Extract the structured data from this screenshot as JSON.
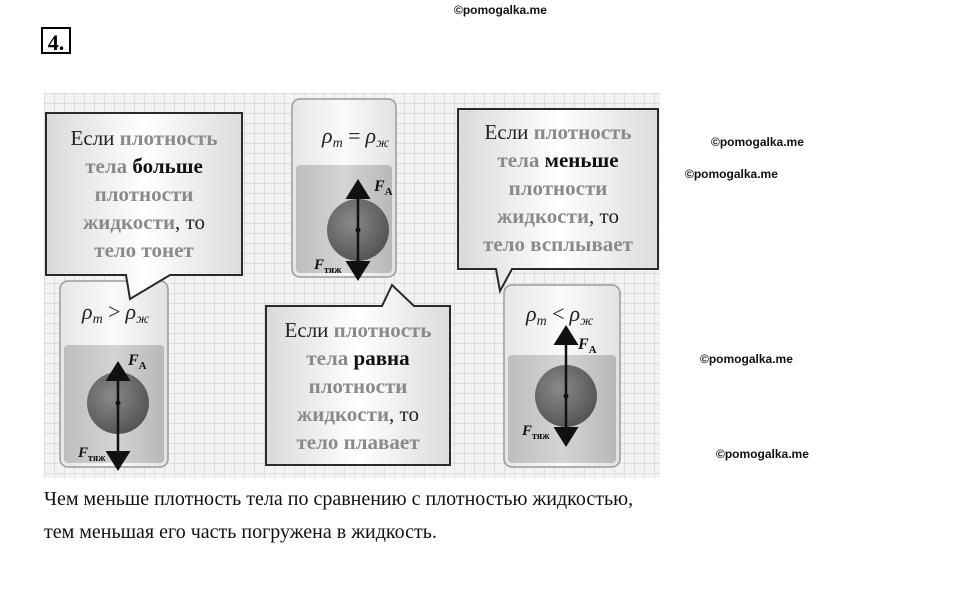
{
  "watermark": "©pomogalka.me",
  "task_number": "4.",
  "callouts": {
    "more": {
      "line1_a": "Если ",
      "line1_b": "плотность",
      "line2_a": "тела ",
      "line2_b": "больше",
      "line3": "плотности",
      "line4_a": "жидкости",
      "line4_b": ", то",
      "line5": "тело тонет"
    },
    "equal": {
      "line1_a": "Если ",
      "line1_b": "плотность",
      "line2_a": "тела ",
      "line2_b": "равна",
      "line3": "плотности",
      "line4_a": "жидкости",
      "line4_b": ", то",
      "line5": "тело плавает"
    },
    "less": {
      "line1_a": "Если ",
      "line1_b": "плотность",
      "line2_a": "тела ",
      "line2_b": "меньше",
      "line3": "плотности",
      "line4_a": "жидкости",
      "line4_b": ", то",
      "line5": "тело всплывает"
    }
  },
  "formula": {
    "rho": "ρ",
    "sub_t": "т",
    "sub_zh": "ж",
    "eq": "=",
    "gt": ">",
    "lt": "<"
  },
  "forces": {
    "archimedes_letter": "F",
    "archimedes_sub": "A",
    "gravity_letter": "F",
    "gravity_sub": "тяж"
  },
  "caption": {
    "line1": "Чем меньше плотность тела по сравнению с плотностью жидкостью,",
    "line2": "тем меньшая его часть погружена в жидкость."
  }
}
